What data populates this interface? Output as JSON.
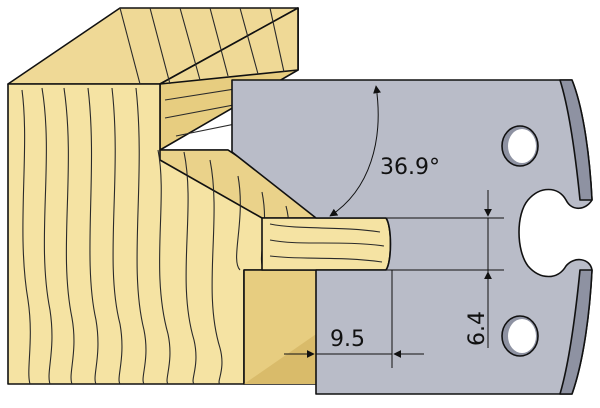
{
  "diagram": {
    "angle_label": "36.9°",
    "depth_label": "6.4",
    "width_label": "9.5"
  },
  "colors": {
    "wood_light": "#f5e3a3",
    "wood_shade": "#ead28a",
    "wood_dark": "#d9bb6a",
    "blade": "#b9bcc8",
    "blade_edge": "#8e92a2",
    "background": "#ffffff"
  }
}
